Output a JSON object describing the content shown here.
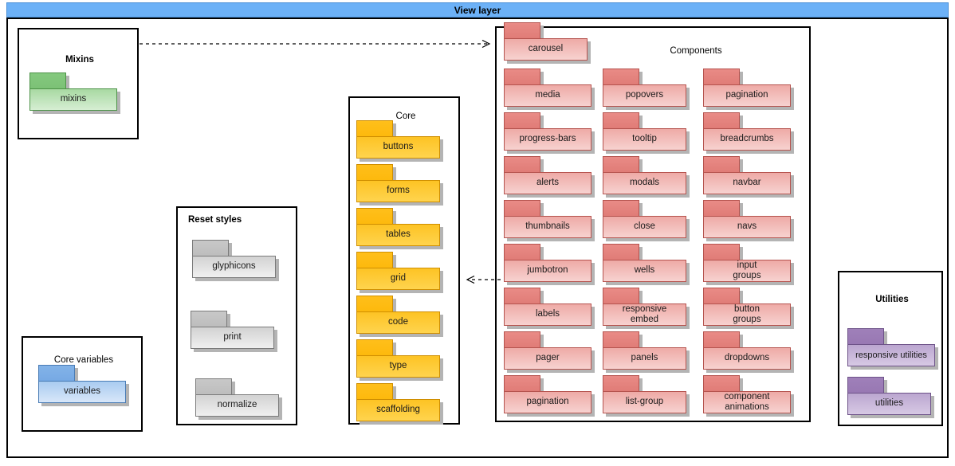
{
  "header": {
    "title": "View layer",
    "bar_color": "#6cb1f7"
  },
  "diagram": {
    "type": "package-diagram",
    "groups": [
      {
        "id": "mixins",
        "title": "Mixins",
        "title_bold": true,
        "title_align": "center",
        "color": "green",
        "packages": [
          "mixins"
        ]
      },
      {
        "id": "core-variables",
        "title": "Core variables",
        "title_bold": false,
        "title_align": "center",
        "color": "blue",
        "packages": [
          "variables"
        ]
      },
      {
        "id": "reset-styles",
        "title": "Reset styles",
        "title_bold": true,
        "title_align": "left",
        "color": "gray",
        "packages": [
          "glyphicons",
          "print",
          "normalize"
        ]
      },
      {
        "id": "core",
        "title": "Core",
        "title_bold": false,
        "title_align": "center",
        "color": "orange",
        "packages": [
          "buttons",
          "forms",
          "tables",
          "grid",
          "code",
          "type",
          "scaffolding"
        ]
      },
      {
        "id": "components",
        "title": "Components",
        "title_bold": false,
        "title_align": "center",
        "color": "red",
        "packages": [
          "carousel",
          "media",
          "popovers",
          "pagination",
          "progress-bars",
          "tooltip",
          "breadcrumbs",
          "alerts",
          "modals",
          "navbar",
          "thumbnails",
          "close",
          "navs",
          "jumbotron",
          "wells",
          "input\ngroups",
          "labels",
          "responsive\nembed",
          "button\ngroups",
          "pager",
          "panels",
          "dropdowns",
          "pagination",
          "list-group",
          "component\nanimations"
        ]
      },
      {
        "id": "utilities",
        "title": "Utilities",
        "title_bold": true,
        "title_align": "center",
        "color": "purple",
        "packages": [
          "responsive utilities",
          "utilities"
        ]
      }
    ],
    "connections": [
      {
        "from": "mixins",
        "to": "components",
        "style": "dashed",
        "direction": "right"
      },
      {
        "from": "components",
        "to": "core",
        "style": "dashed",
        "direction": "left"
      }
    ]
  },
  "labels": {
    "mixins_title": "Mixins",
    "mixins_pkg_0": "mixins",
    "corevars_title": "Core variables",
    "corevars_pkg_0": "variables",
    "reset_title": "Reset styles",
    "reset_pkg_0": "glyphicons",
    "reset_pkg_1": "print",
    "reset_pkg_2": "normalize",
    "core_title": "Core",
    "core_pkg_0": "buttons",
    "core_pkg_1": "forms",
    "core_pkg_2": "tables",
    "core_pkg_3": "grid",
    "core_pkg_4": "code",
    "core_pkg_5": "type",
    "core_pkg_6": "scaffolding",
    "components_title": "Components",
    "comp_carousel": "carousel",
    "comp_media": "media",
    "comp_popovers": "popovers",
    "comp_pagination_top": "pagination",
    "comp_progress_bars": "progress-bars",
    "comp_tooltip": "tooltip",
    "comp_breadcrumbs": "breadcrumbs",
    "comp_alerts": "alerts",
    "comp_modals": "modals",
    "comp_navbar": "navbar",
    "comp_thumbnails": "thumbnails",
    "comp_close": "close",
    "comp_navs": "navs",
    "comp_jumbotron": "jumbotron",
    "comp_wells": "wells",
    "comp_input_groups": "input\ngroups",
    "comp_labels": "labels",
    "comp_responsive_embed": "responsive\nembed",
    "comp_button_groups": "button\ngroups",
    "comp_pager": "pager",
    "comp_panels": "panels",
    "comp_dropdowns": "dropdowns",
    "comp_pagination_bottom": "pagination",
    "comp_list_group": "list-group",
    "comp_component_animations": "component\nanimations",
    "utilities_title": "Utilities",
    "util_pkg_0": "responsive utilities",
    "util_pkg_1": "utilities"
  },
  "colors": {
    "header_blue": "#6cb1f7",
    "red_fill": "#f2b8b5",
    "orange_fill": "#ffc72c",
    "green_fill": "#bfe0b9",
    "gray_fill": "#d9d9d9",
    "blue_fill": "#bcd7f2",
    "purple_fill": "#c3aed6",
    "border_black": "#000000"
  }
}
